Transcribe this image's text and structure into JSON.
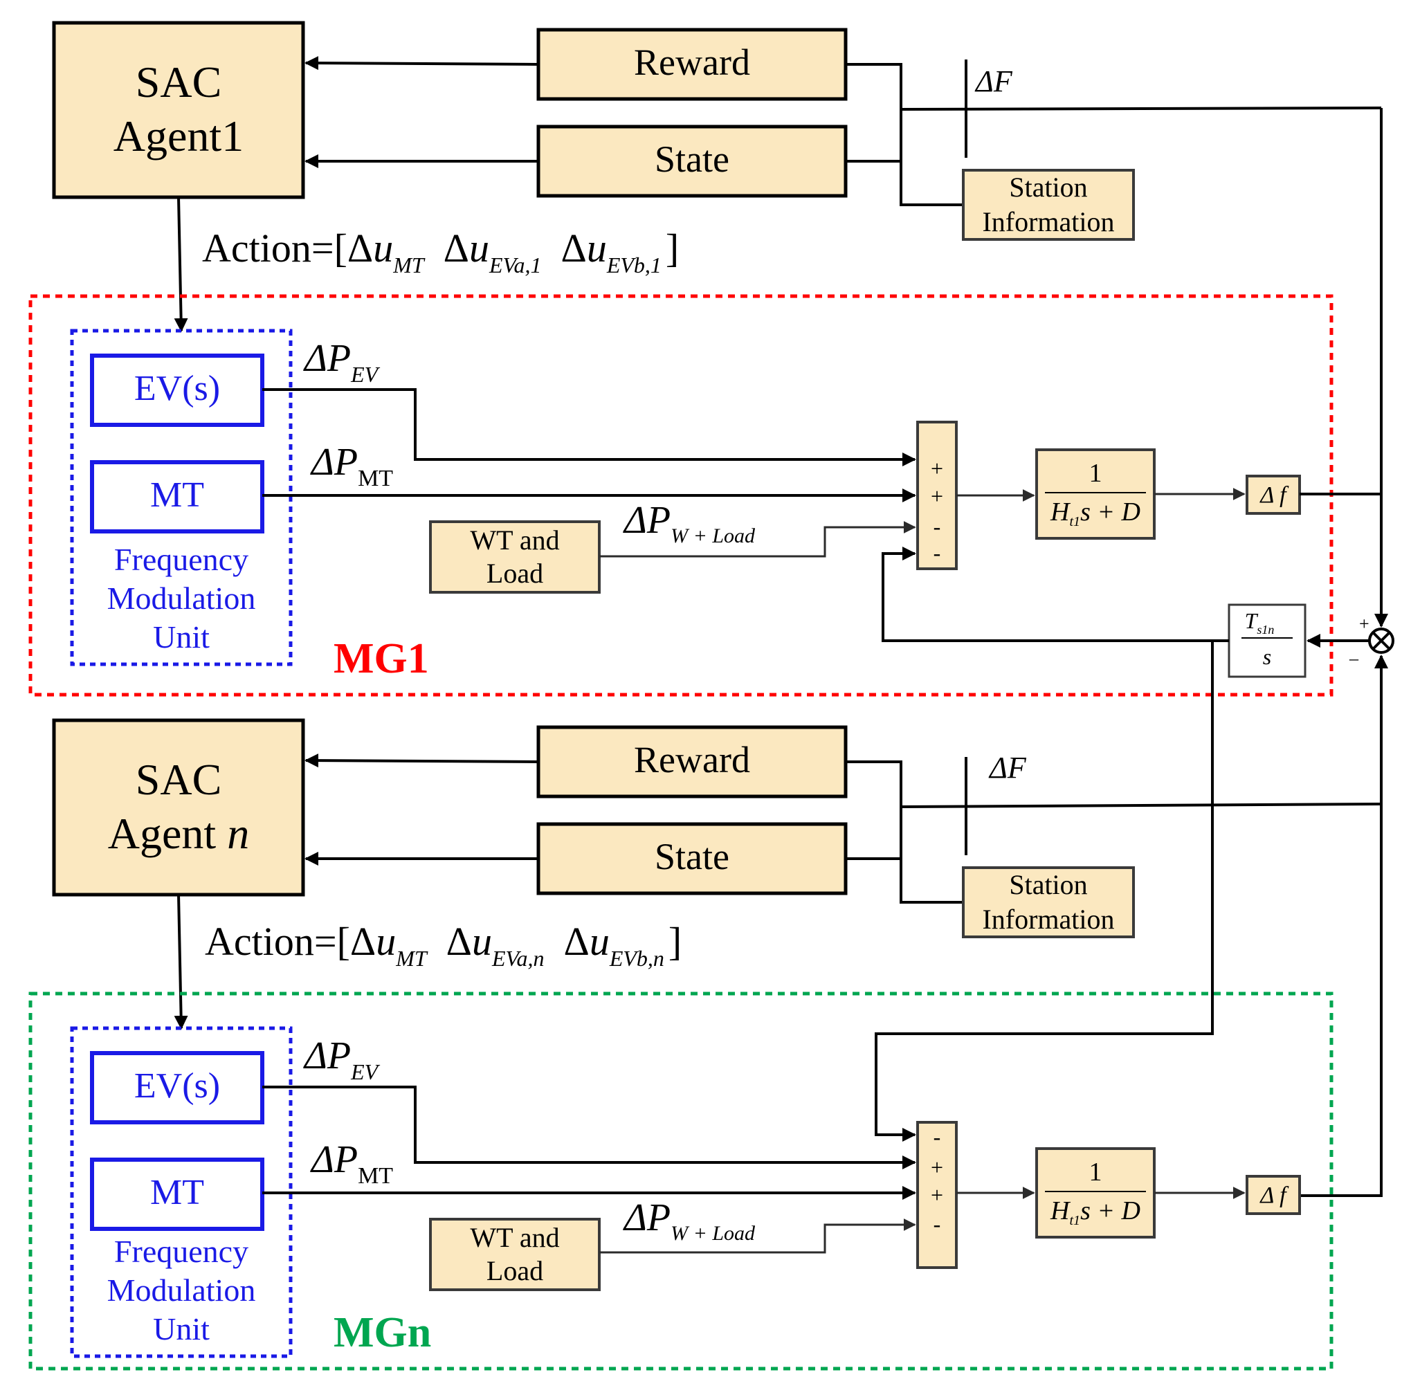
{
  "colors": {
    "block_fill": "#fbe8c0",
    "mg1_border": "#ff0000",
    "mgn_border": "#00a650",
    "unit_border": "#1a1ae6",
    "unit_text": "#1a1ae6"
  },
  "top": {
    "agent": {
      "line1": "SAC",
      "line2": "Agent1"
    },
    "reward": "Reward",
    "state": "State",
    "delta_F": "ΔF",
    "station": {
      "line1": "Station",
      "line2": "Information"
    },
    "action": {
      "prefix": "Action=[Δ",
      "u": "u",
      "sub1": "MT",
      "sub2": "EVa,1",
      "sub3": "EVb,1",
      "delta": "Δ",
      "close": "]"
    }
  },
  "mg1": {
    "label": "MG1",
    "ev": "EV(s)",
    "mt": "MT",
    "unit": {
      "line1": "Frequency",
      "line2": "Modulation",
      "line3": "Unit"
    },
    "dp_ev": {
      "main": "ΔP",
      "sub": "EV"
    },
    "dp_mt": {
      "main": "ΔP",
      "sub": "MT"
    },
    "wt": {
      "line1": "WT and",
      "line2": "Load"
    },
    "dp_wl": {
      "main": "ΔP",
      "sub": "W + Load"
    },
    "sum_signs": [
      "+",
      "+",
      "-",
      "-"
    ],
    "tf": {
      "num": "1",
      "den_h": "H",
      "den_sub": "t1",
      "den_rest": "s + D"
    },
    "df": "Δ f",
    "tie": {
      "num": "T",
      "num_sub": "s1n",
      "den": "s"
    },
    "junction_signs": [
      "+",
      "–"
    ]
  },
  "bottom": {
    "agent": {
      "line1": "SAC",
      "line2": "Agent ",
      "line2_it": "n"
    },
    "reward": "Reward",
    "state": "State",
    "delta_F": "ΔF",
    "station": {
      "line1": "Station",
      "line2": "Information"
    },
    "action": {
      "prefix": "Action=[Δ",
      "u": "u",
      "sub1": "MT",
      "sub2": "EVa,n",
      "sub3": "EVb,n",
      "delta": "Δ",
      "close": "]"
    }
  },
  "mgn": {
    "label": "MGn",
    "ev": "EV(s)",
    "mt": "MT",
    "unit": {
      "line1": "Frequency",
      "line2": "Modulation",
      "line3": "Unit"
    },
    "dp_ev": {
      "main": "ΔP",
      "sub": "EV"
    },
    "dp_mt": {
      "main": "ΔP",
      "sub": "MT"
    },
    "wt": {
      "line1": "WT and",
      "line2": "Load"
    },
    "dp_wl": {
      "main": "ΔP",
      "sub": "W + Load"
    },
    "sum_signs": [
      "-",
      "+",
      "+",
      "-"
    ],
    "tf": {
      "num": "1",
      "den_h": "H",
      "den_sub": "t1",
      "den_rest": "s + D"
    },
    "df": "Δ f"
  }
}
